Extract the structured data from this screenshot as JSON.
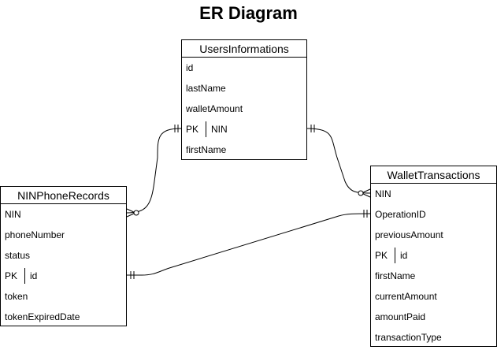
{
  "diagram": {
    "title": "ER Diagram"
  },
  "entities": {
    "users": {
      "name": "UsersInformations",
      "attrs": [
        "id",
        "lastName",
        "walletAmount"
      ],
      "pk": {
        "key": "PK",
        "name": "NIN"
      },
      "attrs_after": [
        "firstName"
      ]
    },
    "nin": {
      "name": "NINPhoneRecords",
      "attrs": [
        "NIN",
        "phoneNumber",
        "status"
      ],
      "pk": {
        "key": "PK",
        "name": "id"
      },
      "attrs_after": [
        "token",
        "tokenExpiredDate"
      ]
    },
    "wallet": {
      "name": "WalletTransactions",
      "attrs": [
        "NIN",
        "OperationID",
        "previousAmount"
      ],
      "pk": {
        "key": "PK",
        "name": "id"
      },
      "attrs_after": [
        "firstName",
        "currentAmount",
        "amountPaid",
        "transactionType"
      ]
    }
  },
  "relationships": [
    {
      "from": "UsersInformations.NIN",
      "from_end": "one-and-only-one",
      "to": "NINPhoneRecords.NIN",
      "to_end": "zero-or-many"
    },
    {
      "from": "UsersInformations.NIN",
      "from_end": "one-and-only-one",
      "to": "WalletTransactions.NIN",
      "to_end": "zero-or-many"
    },
    {
      "from": "NINPhoneRecords.id",
      "from_end": "one-and-only-one",
      "to": "WalletTransactions.OperationID",
      "to_end": "one-and-only-one"
    }
  ],
  "colors": {
    "line": "#000000",
    "background": "#ffffff"
  }
}
